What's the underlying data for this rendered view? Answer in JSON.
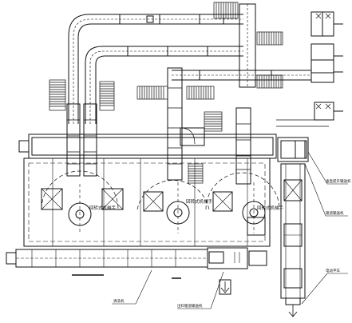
{
  "drawing": {
    "labels": {
      "turntable_a": "回转式机械手",
      "turntable_b": "回转式机械手",
      "turntable_c": "回转式机械手",
      "callout_top": "垂直提升输送机",
      "callout_mid": "辊道输送机",
      "callout_right_lower": "电动平车",
      "callout_bottom_mid": "清洗机",
      "callout_bottom_right": "出料辊道输送机"
    },
    "colors": {
      "line": "#111111",
      "background": "#ffffff"
    }
  }
}
